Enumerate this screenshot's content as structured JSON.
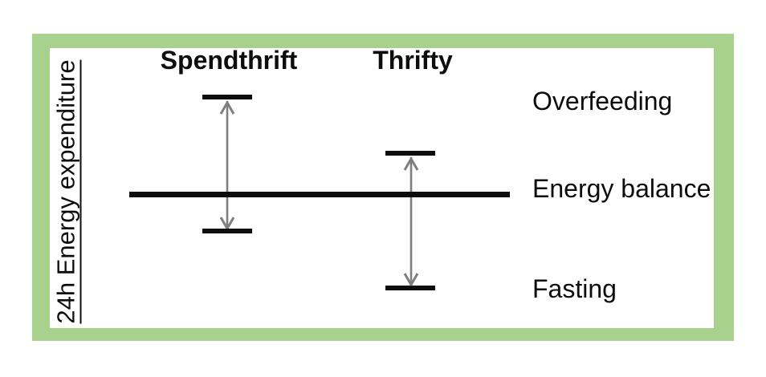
{
  "colors": {
    "frame_green": "#a9d18e",
    "ink_black": "#0d0d0d",
    "arrow_gray": "#7f7f7f"
  },
  "figure": {
    "y_axis_label": "24h Energy expenditure",
    "columns": [
      {
        "label": "Spendthrift"
      },
      {
        "label": "Thrifty"
      }
    ],
    "level_labels": {
      "overfeeding": "Overfeeding",
      "energy_balance": "Energy balance",
      "fasting": "Fasting"
    }
  },
  "chart_data": {
    "type": "schematic-levels",
    "ylabel": "24h Energy expenditure",
    "baseline": "Energy balance",
    "categories": [
      "Spendthrift",
      "Thrifty"
    ],
    "series": [
      {
        "name": "Overfeeding level vs balance",
        "values": [
          "large increase",
          "small increase"
        ]
      },
      {
        "name": "Fasting level vs balance",
        "values": [
          "small decrease",
          "large decrease"
        ]
      }
    ],
    "legend": false,
    "grid": false
  }
}
